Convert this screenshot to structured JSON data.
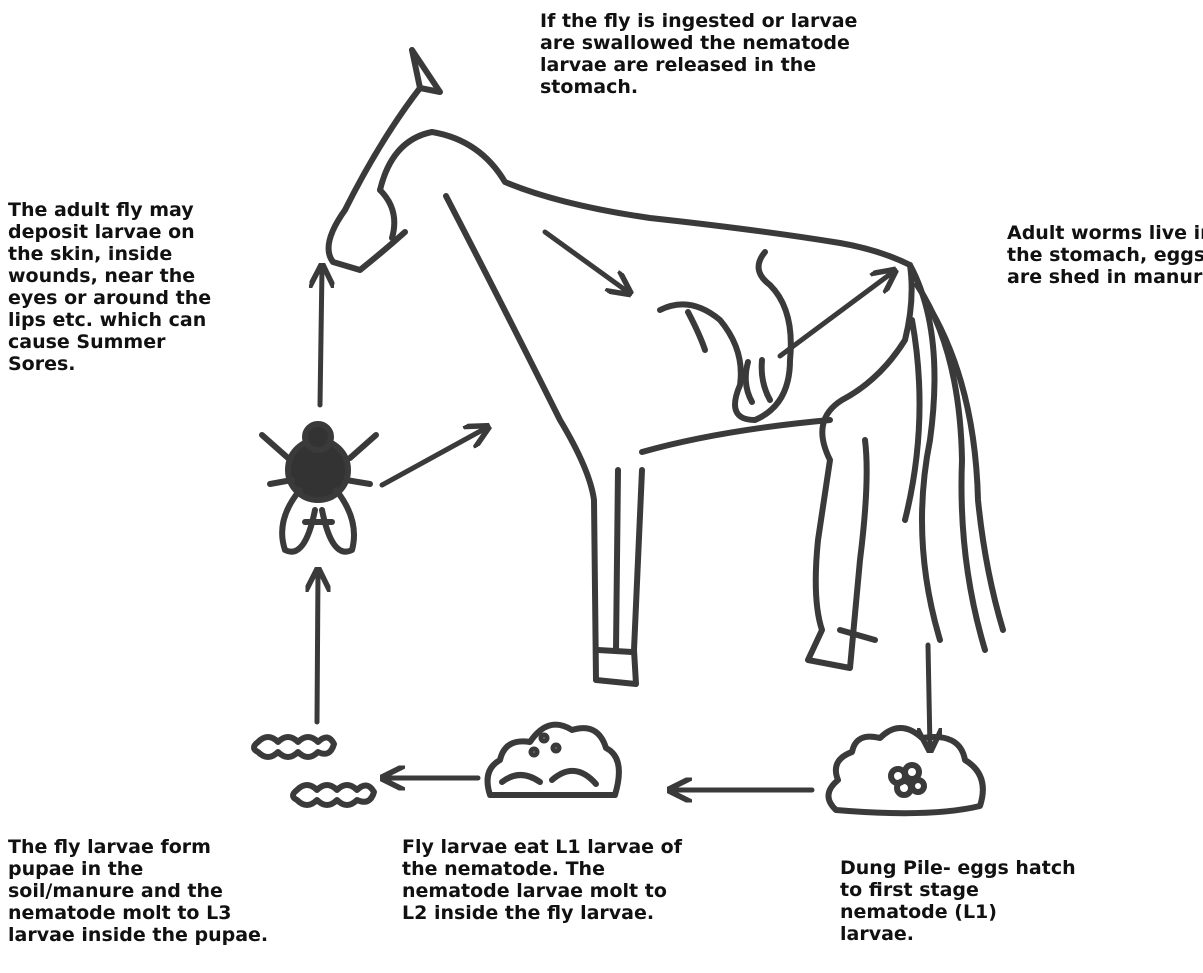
{
  "colors": {
    "ink": "#3a3a3a",
    "text": "#111111",
    "background": "#ffffff"
  },
  "captions": {
    "stomach": [
      "If the fly is ingested or larvae",
      "are swallowed the nematode",
      "larvae are released in the",
      "stomach."
    ],
    "adult_worms": [
      "Adult worms live in",
      "the stomach, eggs",
      "are shed in manure."
    ],
    "fly_deposit": [
      "The adult fly may",
      "deposit larvae on",
      "the skin, inside",
      "wounds, near the",
      "eyes or around the",
      "lips etc. which can",
      "cause Summer",
      "Sores."
    ],
    "pupae": [
      "The fly larvae form",
      "pupae in the",
      "soil/manure and the",
      "nematode molt to L3",
      "larvae inside the pupae."
    ],
    "fly_larvae": [
      "Fly larvae eat L1 larvae of",
      "the nematode. The",
      "nematode larvae molt to",
      "L2 inside the fly larvae."
    ],
    "dung": [
      "Dung Pile- eggs hatch",
      "to first stage",
      "nematode  (L1)",
      "larvae."
    ]
  },
  "icons": [
    "horse-icon",
    "stomach-icon",
    "fly-icon",
    "pupae-icon",
    "fly-larvae-icon",
    "dung-pile-icon",
    "eggs-icon",
    "arrow-icon"
  ]
}
